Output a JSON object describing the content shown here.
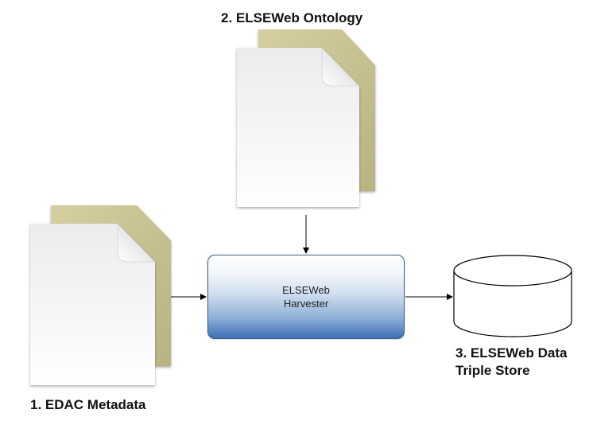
{
  "nodes": {
    "ontology": {
      "label": "2. ELSEWeb Ontology",
      "icon": "document-stack-icon"
    },
    "edac": {
      "label": "1. EDAC Metadata",
      "icon": "document-stack-icon"
    },
    "harvester": {
      "line1": "ELSEWeb",
      "line2": "Harvester"
    },
    "store": {
      "line1": "3. ELSEWeb Data",
      "line2": "Triple Store",
      "icon": "database-cylinder-icon"
    }
  },
  "edges": [
    {
      "from": "ontology",
      "to": "harvester"
    },
    {
      "from": "edac",
      "to": "harvester"
    },
    {
      "from": "harvester",
      "to": "store"
    }
  ],
  "colors": {
    "doc_back": "#c5bf8f",
    "doc_front": "#f4f4f4",
    "harvester_top": "#ffffff",
    "harvester_bottom": "#3d70b6",
    "harvester_border": "#3c5d86",
    "arrow": "#000000"
  }
}
